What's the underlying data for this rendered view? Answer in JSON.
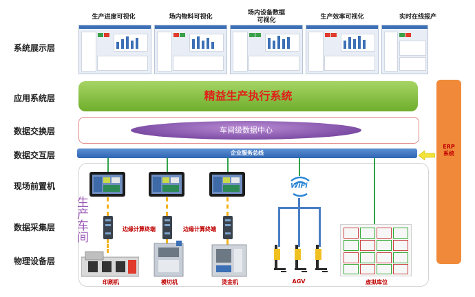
{
  "layers": {
    "display": "系统展示层",
    "application": "应用系统层",
    "exchange": "数据交换层",
    "interaction": "数据交互层",
    "frontend": "现场前置机",
    "collection": "数据采集层",
    "physical": "物理设备层"
  },
  "display_titles": [
    "生产进度可视化",
    "场内物料可视化",
    "场内设备数据\n可视化",
    "生产效率可视化",
    "实时在线报产"
  ],
  "application_system": "精益生产执行系统",
  "data_center": "车间级数据中心",
  "service_bus": "企业服务总线",
  "erp": "ERP\n系统",
  "wifi": "WiFi",
  "production_workshop": "生\n产\n车\n间",
  "edge_terminal_labels": [
    "边缘计算终端",
    "边缘计算终端"
  ],
  "equipment": [
    "印刷机",
    "模切机",
    "烫金机",
    "AGV",
    "虚拟库位"
  ],
  "colors": {
    "application_bar": "#7fbf3f",
    "application_text": "#e0201b",
    "data_center": "#8a5cb0",
    "service_bus": "#3a74c2",
    "erp_block": "#f08a3a",
    "link_green": "#2fa24a",
    "link_dashed": "#f3b31f",
    "link_blue": "#4a7fc4",
    "equipment_label": "#c00000"
  }
}
